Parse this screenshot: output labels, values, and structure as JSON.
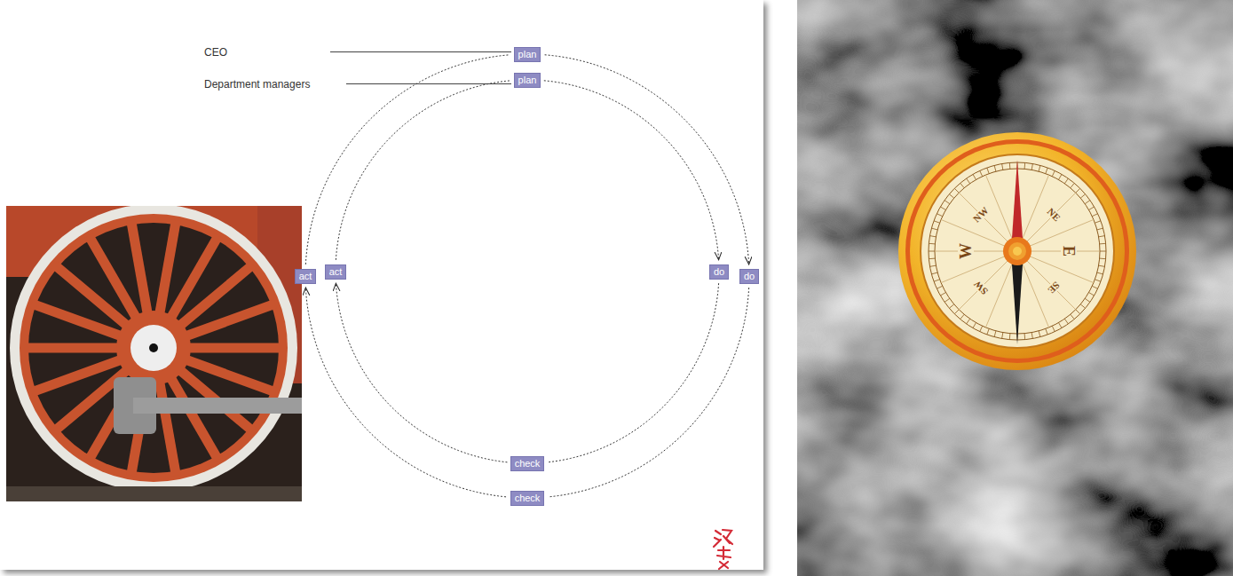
{
  "diagram": {
    "nodes": [
      {
        "text": [
          "plan"
        ]
      },
      {
        "text": [
          "plan"
        ]
      },
      {
        "text": [
          "act"
        ]
      },
      {
        "text": [
          "act"
        ]
      },
      {
        "text": [
          "do"
        ]
      },
      {
        "text": [
          "do"
        ]
      },
      {
        "text": [
          "check"
        ]
      },
      {
        "text": [
          "check"
        ]
      }
    ],
    "edges": [
      {
        "from": 0,
        "to": 5,
        "arrow": "to"
      },
      {
        "from": 5,
        "to": 7,
        "arrow": "none"
      },
      {
        "from": 7,
        "to": 2,
        "arrow": "to"
      },
      {
        "from": 2,
        "to": 0,
        "arrow": "none"
      },
      {
        "from": 1,
        "to": 4,
        "arrow": "to"
      },
      {
        "from": 4,
        "to": 6,
        "arrow": "none"
      },
      {
        "from": 6,
        "to": 3,
        "arrow": "to"
      },
      {
        "from": 3,
        "to": 1,
        "arrow": "none"
      }
    ],
    "labels": [
      "CEO",
      "Department managers",
      "NW",
      "NE",
      "W",
      "E",
      "SW",
      "SE"
    ]
  }
}
